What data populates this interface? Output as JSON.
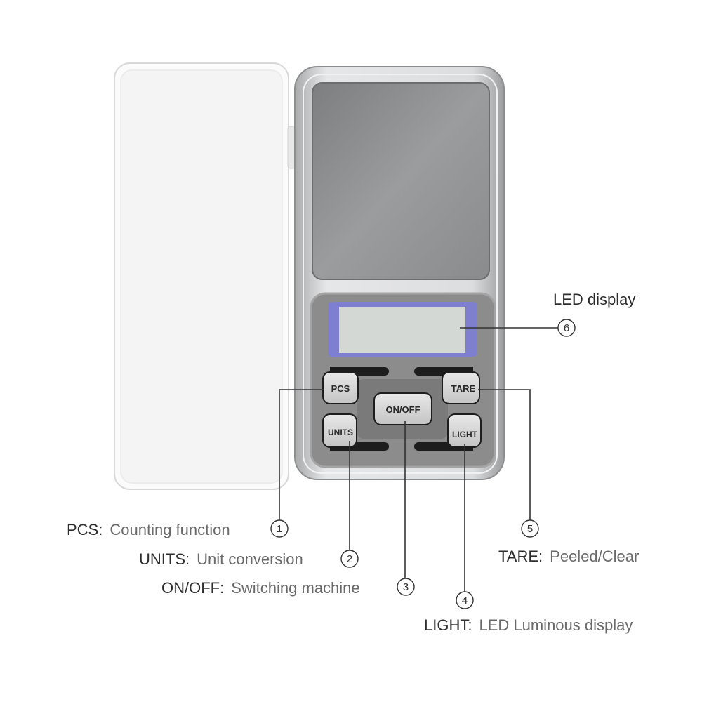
{
  "buttons": {
    "pcs": "PCS",
    "units": "UNITS",
    "onoff": "ON/OFF",
    "tare": "TARE",
    "light": "LIGHT"
  },
  "callouts": [
    {
      "number": "1",
      "label": "PCS:",
      "description": "Counting function"
    },
    {
      "number": "2",
      "label": "UNITS:",
      "description": "Unit conversion"
    },
    {
      "number": "3",
      "label": "ON/OFF:",
      "description": "Switching machine"
    },
    {
      "number": "4",
      "label": "LIGHT:",
      "description": "LED Luminous display"
    },
    {
      "number": "5",
      "label": "TARE:",
      "description": "Peeled/Clear"
    },
    {
      "number": "6",
      "label": "LED display",
      "description": ""
    }
  ],
  "colors": {
    "lcd_frame": "#7f7fd0",
    "lcd_screen": "#d4d8d4",
    "body": "#c9cacc",
    "panel": "#8c8c8c"
  }
}
